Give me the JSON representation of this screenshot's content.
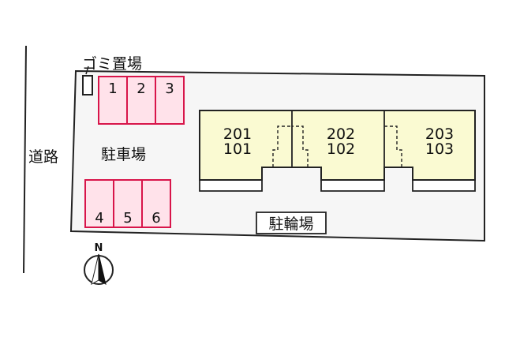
{
  "map": {
    "road_label": "道路",
    "garbage_label": "ゴミ置場",
    "parking_label": "駐車場",
    "bicycle_label": "駐輪場",
    "compass_label": "N",
    "parking_spaces_top": [
      "1",
      "2",
      "3"
    ],
    "parking_spaces_bottom": [
      "4",
      "5",
      "6"
    ],
    "units": [
      {
        "upper": "201",
        "lower": "101"
      },
      {
        "upper": "202",
        "lower": "102"
      },
      {
        "upper": "203",
        "lower": "103"
      }
    ],
    "colors": {
      "lot_fill": "#f6f6f6",
      "parking_fill": "#ffe2ea",
      "parking_stroke": "#d8154a",
      "building_fill": "#fafad2",
      "outline": "#222222"
    }
  }
}
